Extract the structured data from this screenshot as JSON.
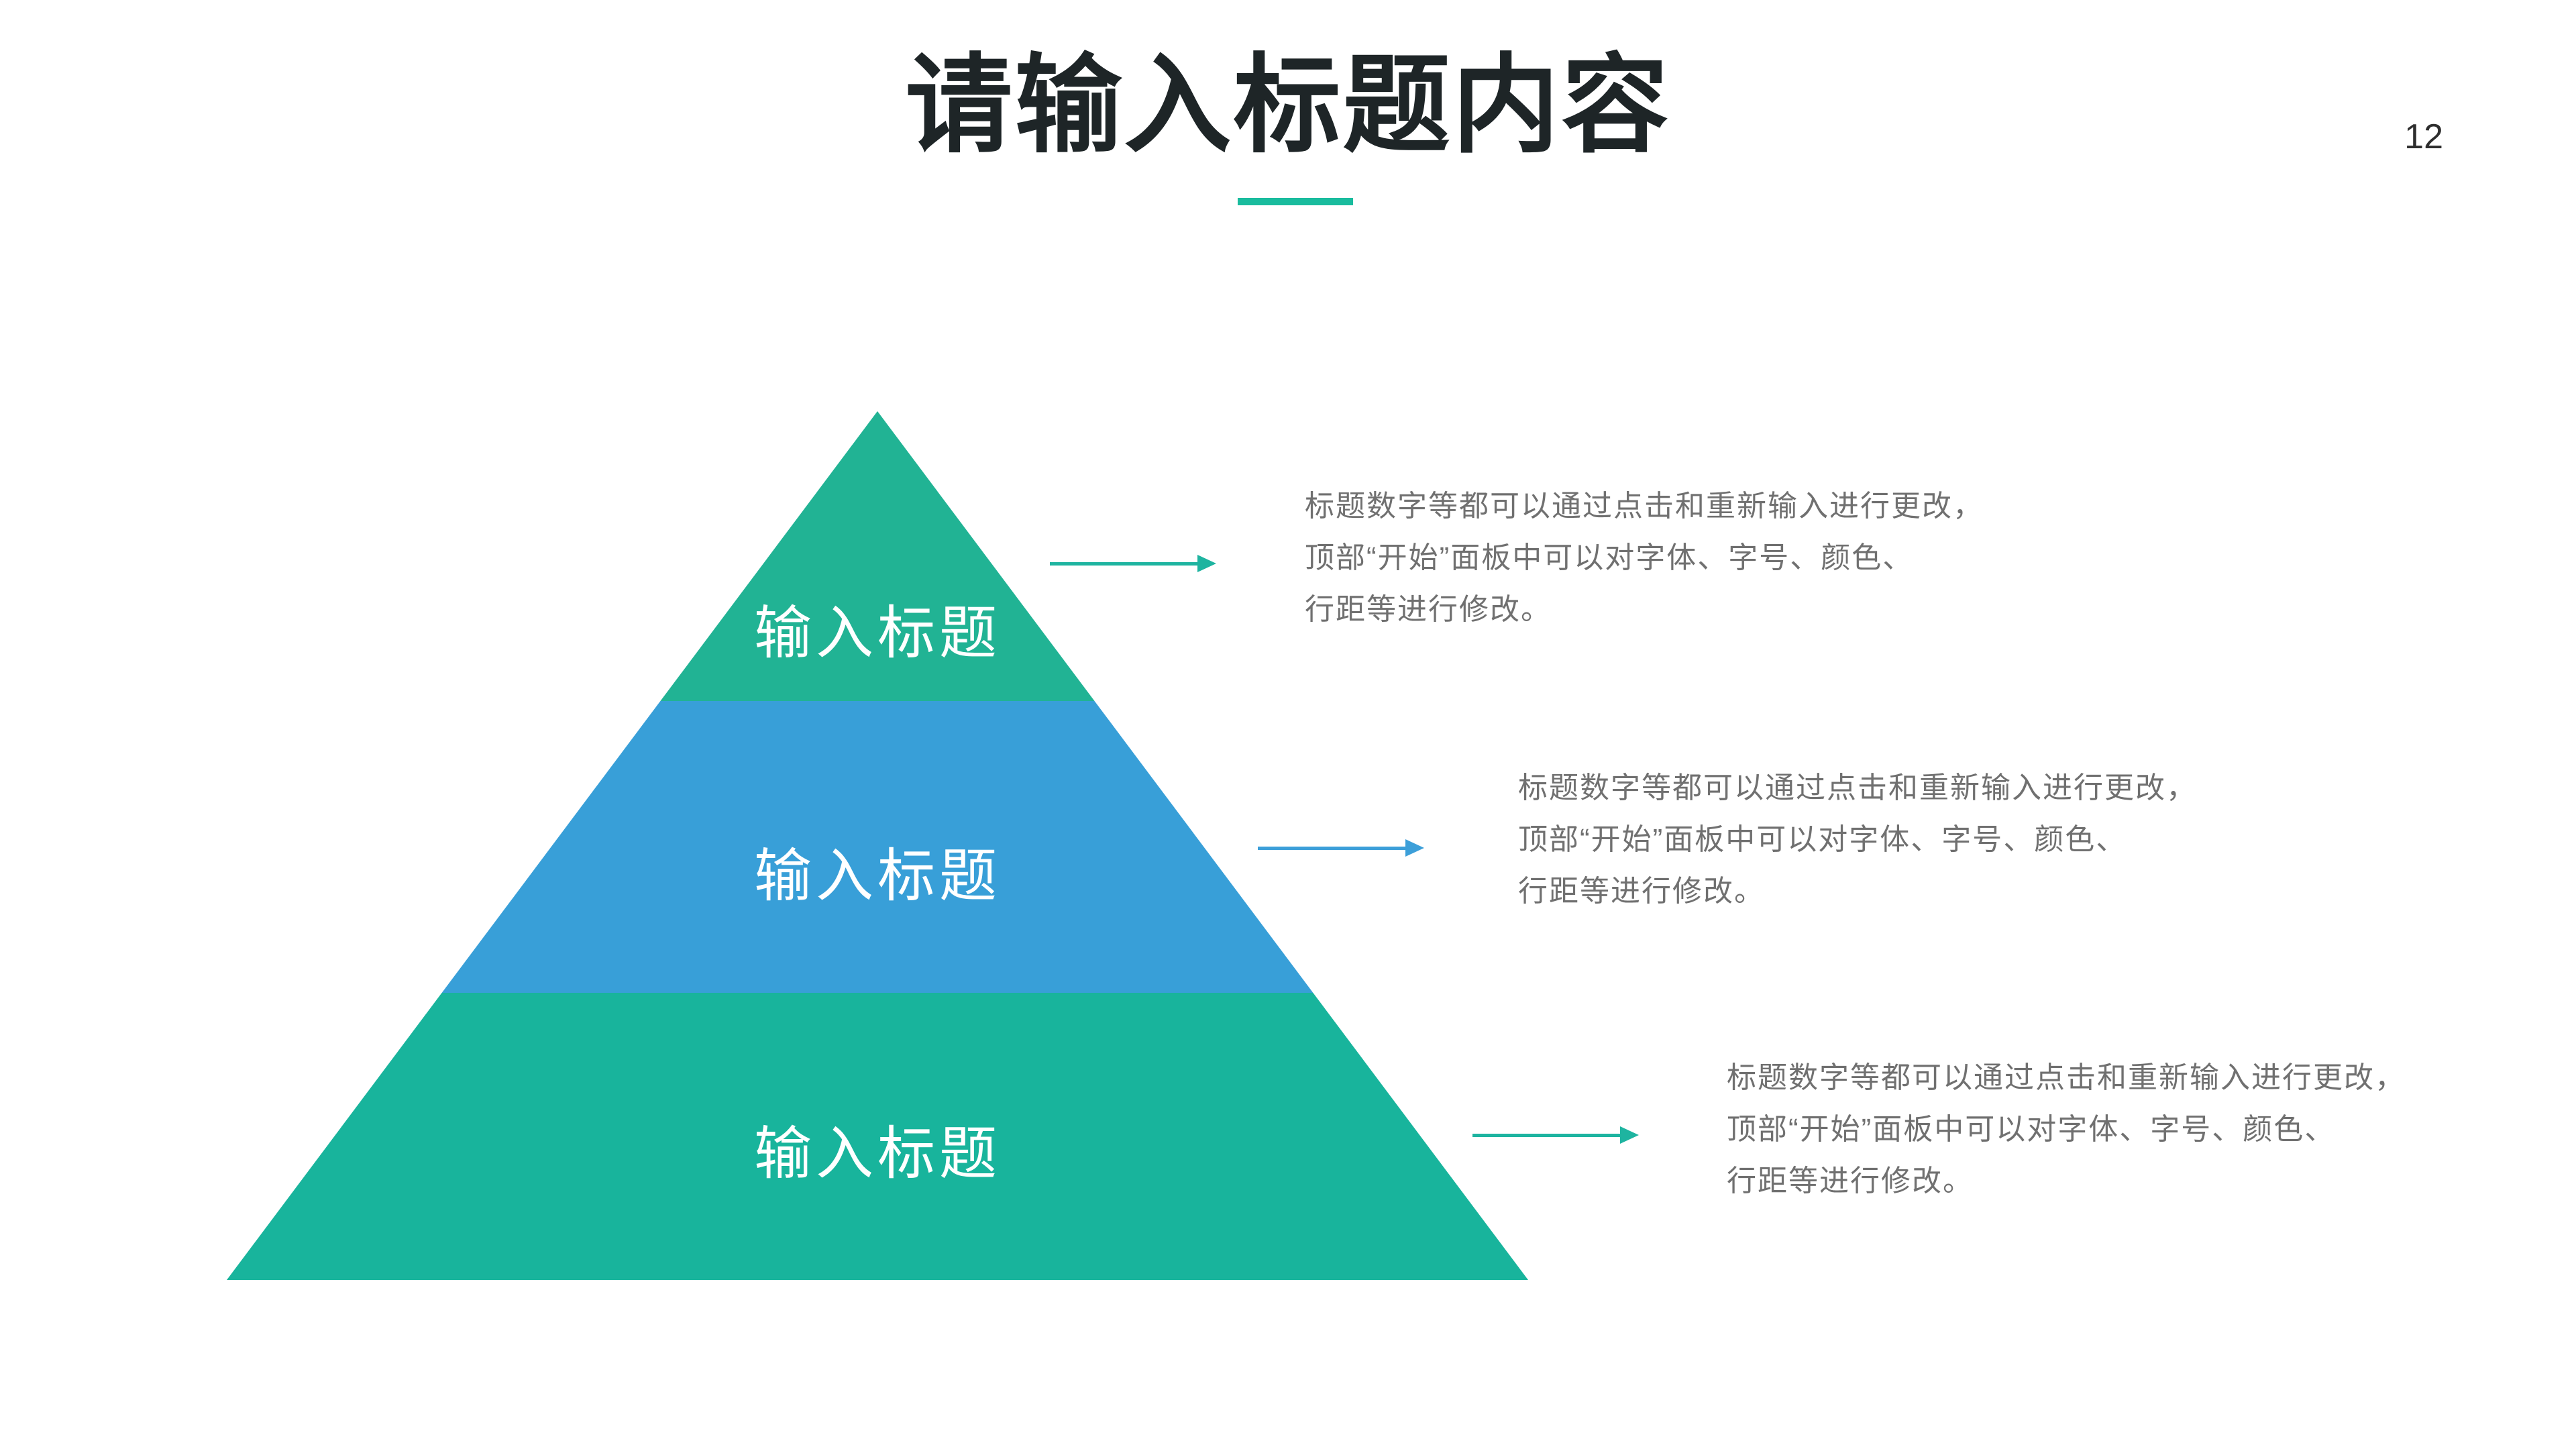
{
  "slide": {
    "title": "请输入标题内容",
    "page_number": "12",
    "accent_color": "#19BC9E",
    "background_color": "#ffffff"
  },
  "pyramid": {
    "type": "pyramid-3-levels",
    "levels": [
      {
        "label": "输入标题",
        "color": "#21B394"
      },
      {
        "label": "输入标题",
        "color": "#389FD8"
      },
      {
        "label": "输入标题",
        "color": "#18B49C"
      }
    ]
  },
  "annotations": [
    {
      "arrow_color": "#1EB4A0",
      "text": "标题数字等都可以通过点击和重新输入进行更改，\n顶部“开始”面板中可以对字体、字号、颜色、\n行距等进行修改。"
    },
    {
      "arrow_color": "#3C9FD9",
      "text": "标题数字等都可以通过点击和重新输入进行更改，\n顶部“开始”面板中可以对字体、字号、颜色、\n行距等进行修改。"
    },
    {
      "arrow_color": "#1EB4A0",
      "text": "标题数字等都可以通过点击和重新输入进行更改，\n顶部“开始”面板中可以对字体、字号、颜色、\n行距等进行修改。"
    }
  ]
}
